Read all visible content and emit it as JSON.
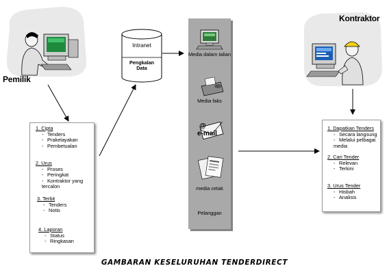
{
  "owner": {
    "label": "Pemilik"
  },
  "contractor": {
    "label": "Kontraktor"
  },
  "intranet": {
    "title": "Intranet",
    "db_label_line1": "Pengkalan",
    "db_label_line2": "Data"
  },
  "owner_box": {
    "sections": [
      {
        "title": "1. Cipta",
        "items": [
          "Tenders",
          "Prakelayakan",
          "Pembetualan"
        ]
      },
      {
        "title": "2. Urus",
        "items": [
          "Proses",
          "Peringkat",
          "Kontraktor yang tercalon"
        ]
      },
      {
        "title": "3. Terbit",
        "items": [
          "Tenders",
          "Notis"
        ]
      },
      {
        "title": "4. Laporan",
        "items": [
          "Status",
          "Ringkasan"
        ]
      }
    ]
  },
  "contractor_box": {
    "sections": [
      {
        "title": "1. Dapatkan Tenders",
        "items": [
          "Secara langsung",
          "Melalui pelbagai media"
        ]
      },
      {
        "title": "2. Cari Tender",
        "items": [
          "Relevan",
          "Terkini"
        ]
      },
      {
        "title": "3. Urus Tender",
        "items": [
          "Hisbah",
          "Analisis"
        ]
      }
    ]
  },
  "media": {
    "online": "Media dalam talian",
    "fax": "Media faks",
    "email_icon_text": "e-mail",
    "print": "media cetak",
    "customer": "Pelanggan"
  },
  "caption": "GAMBARAN KESELURUHAN TENDERDIRECT",
  "colors": {
    "media_panel": "#a8a8a8",
    "arrow": "#000000",
    "box_border": "#9a9a9a",
    "helmet": "#f2d21a"
  }
}
